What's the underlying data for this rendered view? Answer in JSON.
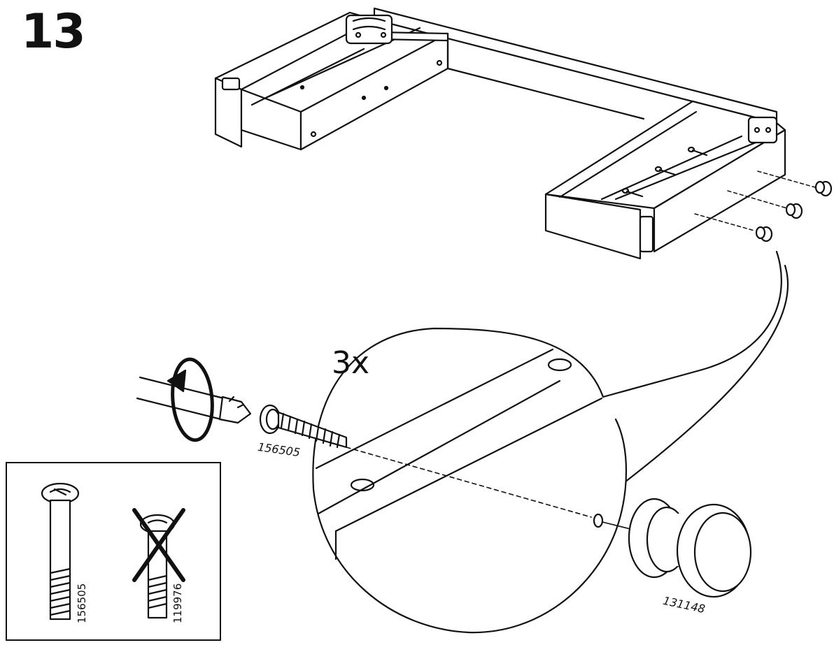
{
  "step": {
    "number": "13"
  },
  "quantity": {
    "label": "3x"
  },
  "parts": {
    "bolt": "156505",
    "knob": "131148",
    "correct_bolt": "156505",
    "wrong_bolt": "119976"
  },
  "icons": [
    "rotate-clockwise-icon",
    "cross-mark-icon"
  ]
}
